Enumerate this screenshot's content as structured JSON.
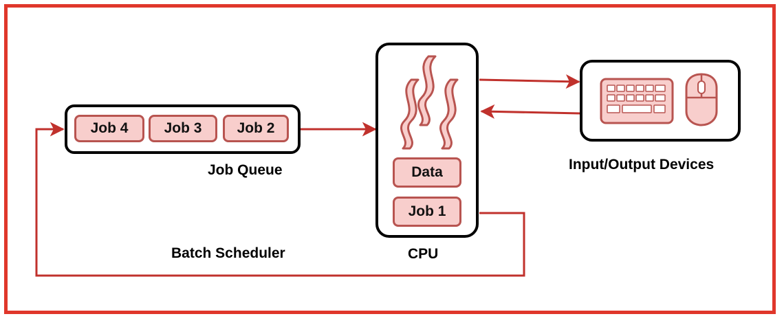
{
  "queue": {
    "label": "Job Queue",
    "jobs": [
      "Job 4",
      "Job 3",
      "Job 2"
    ]
  },
  "cpu": {
    "label": "CPU",
    "data_label": "Data",
    "job_label": "Job 1"
  },
  "io": {
    "label": "Input/Output Devices"
  },
  "scheduler": {
    "label": "Batch Scheduler"
  },
  "colors": {
    "frame": "#e0372b",
    "arrow": "#c0312c",
    "item_fill": "#f8cecc",
    "item_stroke": "#b85450"
  }
}
